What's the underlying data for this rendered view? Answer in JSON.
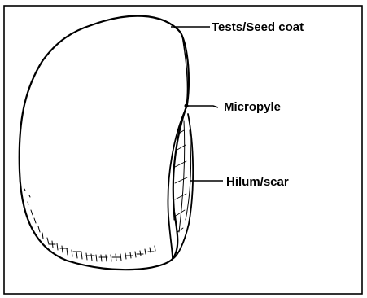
{
  "diagram": {
    "labels": {
      "seed_coat": "Tests/Seed coat",
      "micropyle": "Micropyle",
      "hilum": "Hilum/scar"
    }
  }
}
